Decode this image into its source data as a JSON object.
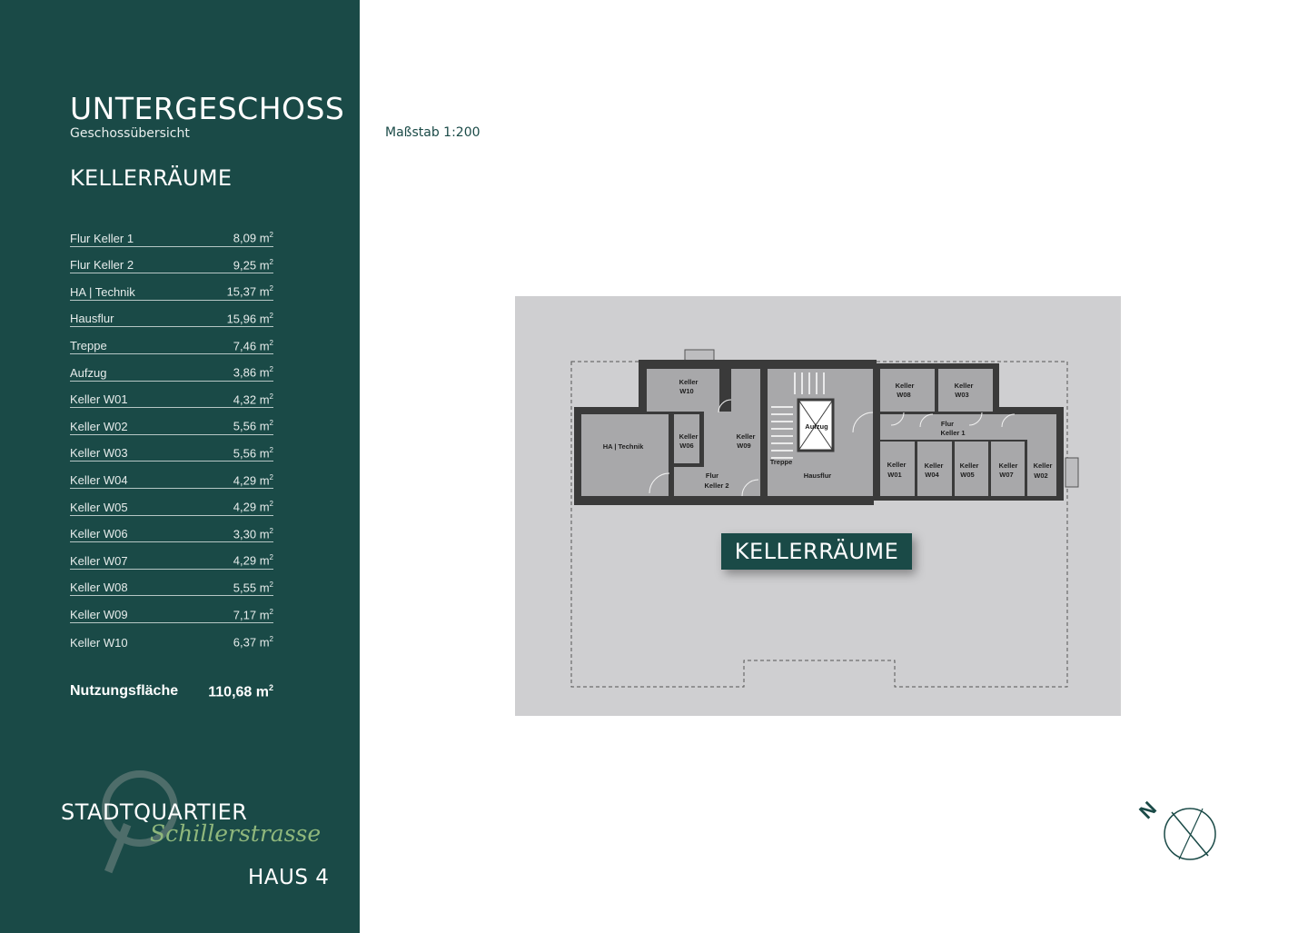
{
  "sidebar": {
    "title": "UNTERGESCHOSS",
    "subtitle": "Geschossübersicht",
    "section": "KELLERRÄUME",
    "rooms": [
      {
        "name": "Flur Keller 1",
        "area": "8,09 m"
      },
      {
        "name": "Flur Keller 2",
        "area": "9,25 m"
      },
      {
        "name": "HA | Technik",
        "area": "15,37 m"
      },
      {
        "name": "Hausflur",
        "area": "15,96 m"
      },
      {
        "name": "Treppe",
        "area": "7,46 m"
      },
      {
        "name": "Aufzug",
        "area": "3,86 m"
      },
      {
        "name": "Keller W01",
        "area": "4,32 m"
      },
      {
        "name": "Keller W02",
        "area": "5,56 m"
      },
      {
        "name": "Keller W03",
        "area": "5,56 m"
      },
      {
        "name": "Keller W04",
        "area": "4,29 m"
      },
      {
        "name": "Keller W05",
        "area": "4,29 m"
      },
      {
        "name": "Keller W06",
        "area": "3,30 m"
      },
      {
        "name": "Keller W07",
        "area": "4,29 m"
      },
      {
        "name": "Keller W08",
        "area": "5,55 m"
      },
      {
        "name": "Keller W09",
        "area": "7,17 m"
      },
      {
        "name": "Keller W10",
        "area": "6,37 m"
      }
    ],
    "area_unit_exponent": "2",
    "total_label": "Nutzungsfläche",
    "total_value": "110,68 m",
    "brand_line1": "STADTQUARTIER",
    "brand_line2": "Schillerstrasse",
    "house": "HAUS 4"
  },
  "scale_label": "Maßstab 1:200",
  "plan": {
    "badge": "KELLERRÄUME",
    "labels": {
      "keller": "Keller",
      "w10": "W10",
      "w06": "W06",
      "w09": "W09",
      "w08": "W08",
      "w03": "W03",
      "w01": "W01",
      "w04": "W04",
      "w05": "W05",
      "w07": "W07",
      "w02": "W02",
      "ha_technik": "HA | Technik",
      "flur": "Flur",
      "keller2": "Keller 2",
      "keller1": "Keller 1",
      "aufzug": "Aufzug",
      "treppe": "Treppe",
      "hausflur": "Hausflur"
    }
  },
  "compass_label": "N",
  "colors": {
    "sidebar_bg": "#1a4a47",
    "plan_bg": "#cfcfd1",
    "room_fill": "#a8a8aa",
    "wall": "#3a3a3a",
    "accent_green": "#8fb77c"
  }
}
